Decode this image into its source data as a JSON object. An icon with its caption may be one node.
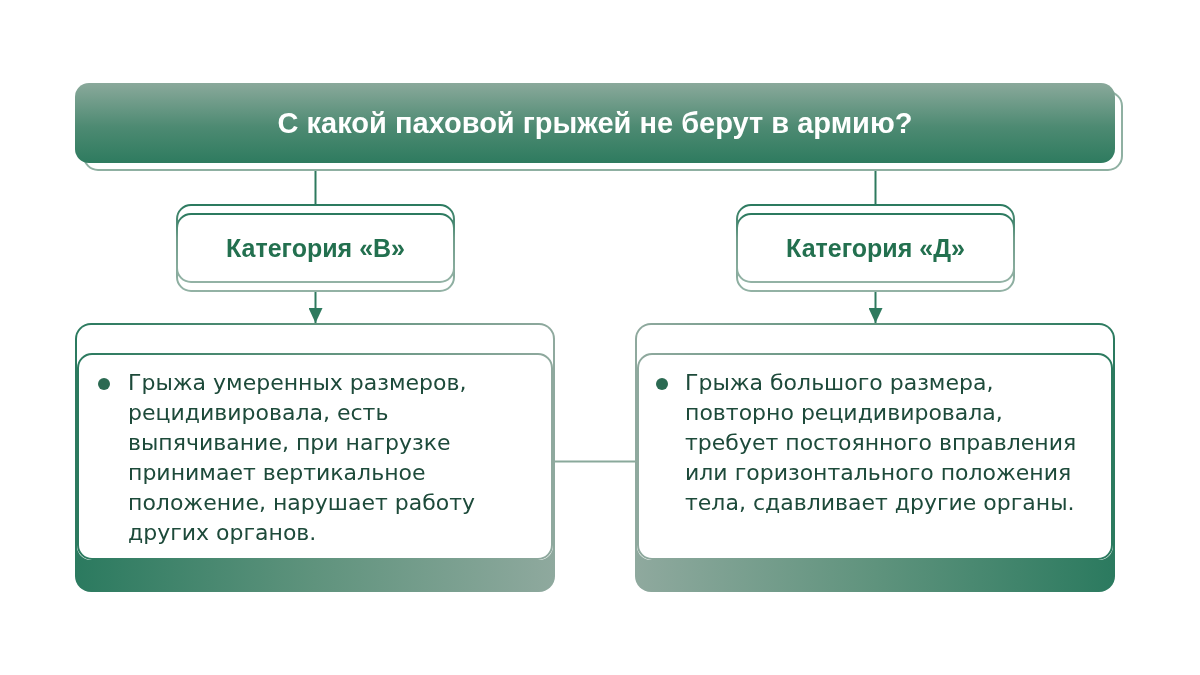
{
  "diagram": {
    "nodes": [
      {
        "text": [
          "С какой паховой грыжей не берут в армию?"
        ]
      },
      {
        "text": [
          "Категория «В»"
        ]
      },
      {
        "text": [
          "Категория «Д»"
        ]
      },
      {
        "text": [
          "Грыжа умеренных размеров, рецидивировала, есть выпячивание, при нагрузке принимает вертикальное положение, нарушает работу других органов."
        ]
      },
      {
        "text": [
          "Грыжа большого размера, повторно рецидивировала, требует постоянного вправления или горизонтального положения тела, сдавливает другие органы."
        ]
      }
    ],
    "edges": [
      {
        "from": 0,
        "to": 1,
        "arrow": "none"
      },
      {
        "from": 0,
        "to": 2,
        "arrow": "none"
      },
      {
        "from": 1,
        "to": 3,
        "arrow": "to"
      },
      {
        "from": 2,
        "to": 4,
        "arrow": "to"
      },
      {
        "from": 3,
        "to": 4,
        "arrow": "none",
        "color": "#8aa99b"
      }
    ]
  }
}
